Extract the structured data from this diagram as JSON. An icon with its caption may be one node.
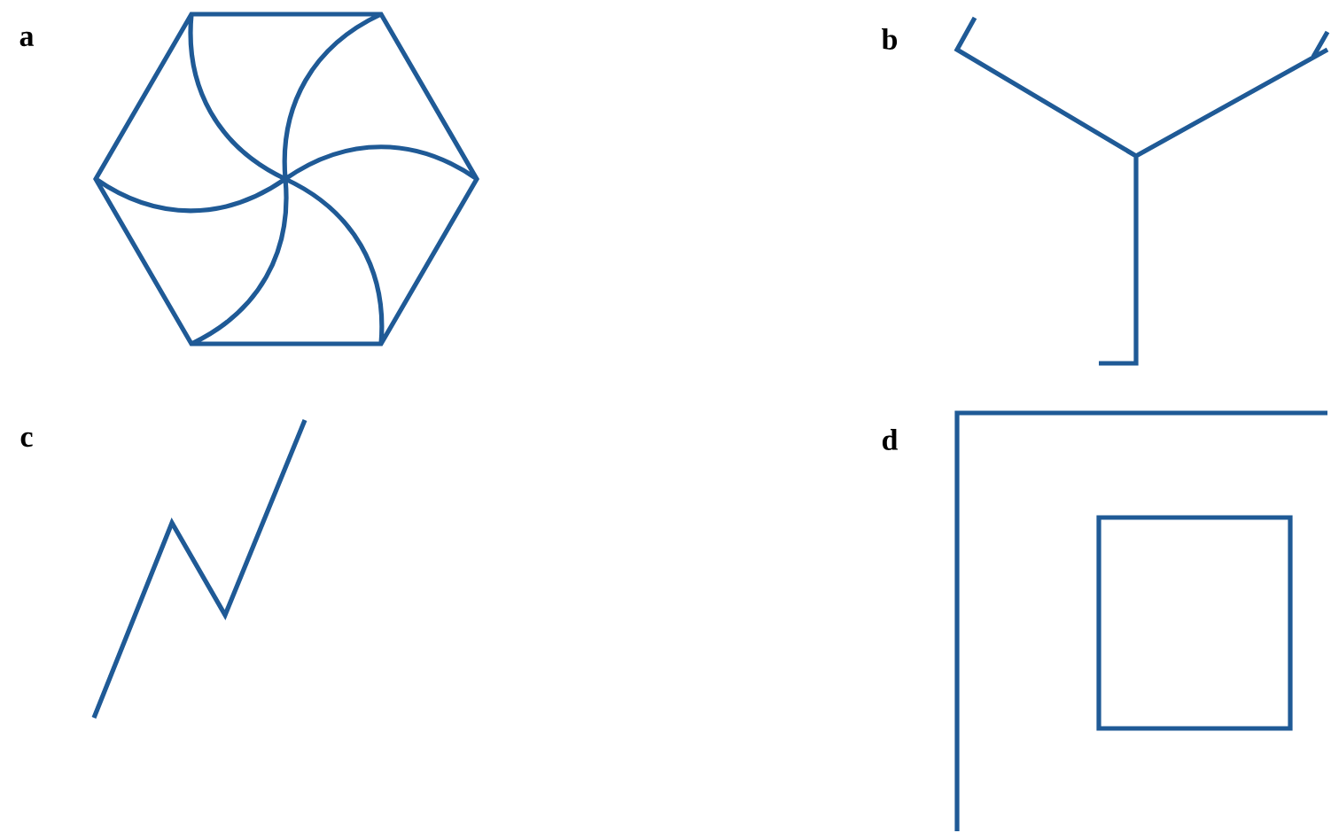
{
  "diagram": {
    "labels": [
      "a",
      "b",
      "c",
      "d"
    ]
  }
}
